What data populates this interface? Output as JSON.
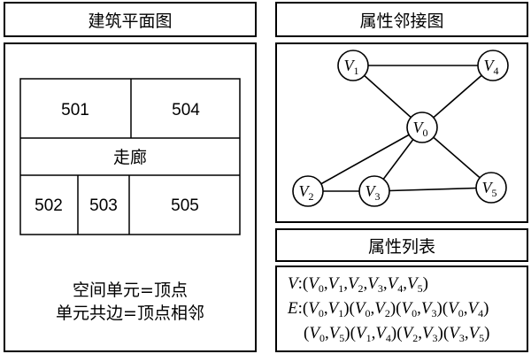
{
  "left": {
    "title": "建筑平面图",
    "rooms": [
      "501",
      "504",
      "502",
      "503",
      "505"
    ],
    "corridor": "走廊",
    "caption_line1": "空间单元=顶点",
    "caption_line2": "单元共边=顶点相邻"
  },
  "graph": {
    "title": "属性邻接图",
    "nodes": [
      {
        "id": "V1",
        "letter": "V",
        "sub": "1"
      },
      {
        "id": "V4",
        "letter": "V",
        "sub": "4"
      },
      {
        "id": "V0",
        "letter": "V",
        "sub": "0"
      },
      {
        "id": "V2",
        "letter": "V",
        "sub": "2"
      },
      {
        "id": "V3",
        "letter": "V",
        "sub": "3"
      },
      {
        "id": "V5",
        "letter": "V",
        "sub": "5"
      }
    ],
    "edges": [
      [
        "V1",
        "V4"
      ],
      [
        "V1",
        "V0"
      ],
      [
        "V4",
        "V0"
      ],
      [
        "V0",
        "V2"
      ],
      [
        "V0",
        "V3"
      ],
      [
        "V0",
        "V5"
      ],
      [
        "V2",
        "V3"
      ],
      [
        "V3",
        "V5"
      ]
    ]
  },
  "list": {
    "title": "属性列表",
    "v_label": "V",
    "v_set": [
      "V0",
      "V1",
      "V2",
      "V3",
      "V4",
      "V5"
    ],
    "e_label": "E",
    "e_line1": [
      [
        "V0",
        "V1"
      ],
      [
        "V0",
        "V2"
      ],
      [
        "V0",
        "V3"
      ],
      [
        "V0",
        "V4"
      ]
    ],
    "e_line2": [
      [
        "V0",
        "V5"
      ],
      [
        "V1",
        "V4"
      ],
      [
        "V2",
        "V3"
      ],
      [
        "V3",
        "V5"
      ]
    ]
  }
}
